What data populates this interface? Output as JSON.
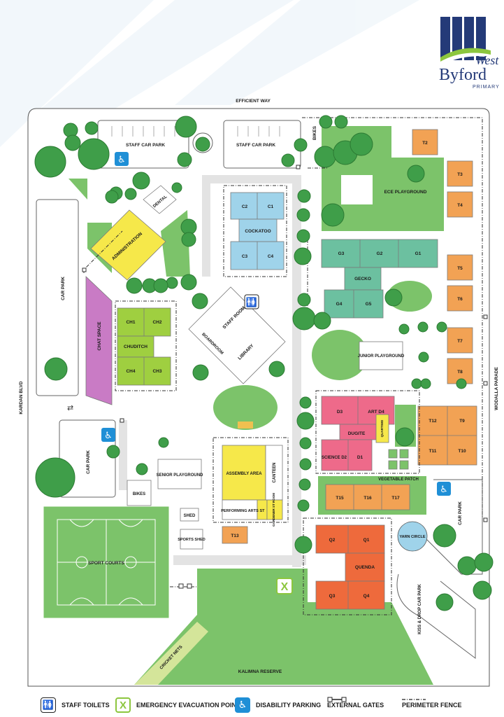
{
  "colors": {
    "grass": "#7cc36a",
    "grass_dark": "#5aa84a",
    "tree": "#3f9e49",
    "path": "#e6e6e6",
    "blue": "#9fd3ea",
    "teal": "#6cc0a0",
    "lime": "#9fcf40",
    "magenta": "#c97bc5",
    "orange": "#f2a254",
    "red_orange": "#ee6a3c",
    "pink": "#ee6a8a",
    "yellow": "#f6e84a",
    "brand_navy": "#243a78",
    "brand_green": "#8cc63e",
    "accessible_blue": "#1f8fd6"
  },
  "brand": {
    "name_top": "West",
    "name_bottom": "Byford",
    "sub": "PRIMARY"
  },
  "map": {
    "roads": {
      "efficient_way": "EFFICIENT WAY",
      "kardan_blvd": "KARDAN BLVD",
      "wodalla_parade": "WODALLA PARADE"
    },
    "areas": {
      "staff_car_park_1": "STAFF CAR PARK",
      "staff_car_park_2": "STAFF CAR PARK",
      "bikes_top": "BIKES",
      "car_park_west": "CAR PARK",
      "dental": "DENTAL",
      "administration": "ADMINISTRATION",
      "chat_space": "CHAT SPACE",
      "cockatoo": "COCKATOO",
      "staff_room": "STAFF ROOM",
      "boardroom": "BOARDROOM",
      "library": "LIBRARY",
      "ece_playground": "ECE PLAYGROUND",
      "gecko": "GECKO",
      "junior_playground": "JUNIOR PLAYGROUND",
      "chuditch": "CHUDITCH",
      "dugite": "DUGITE",
      "quartiwd": "QUARTIWD",
      "vegetable_patch": "VEGETABLE PATCH",
      "senior_playground": "SENIOR PLAYGROUND",
      "assembly_area": "ASSEMBLY AREA",
      "canteen": "CANTEEN",
      "performing_arts": "PERFORMING ARTS",
      "st": "ST",
      "gardener_st_room": "GARDENER ST ROOM",
      "shed": "SHED",
      "sports_shed": "SPORTS SHED",
      "bikes_bottom": "BIKES",
      "car_park_sw": "CAR PARK",
      "sport_courts": "SPORT COURTS",
      "quenda": "QUENDA",
      "yarn_circle": "YARN CIRCLE",
      "car_park_se": "CAR PARK",
      "kiss_drop": "KISS & DROP CAR PARK",
      "cricket_nets": "CRICKET NETS",
      "kalimna_reserve": "KALIMNA RESERVE"
    },
    "rooms": {
      "c1": "C1",
      "c2": "C2",
      "c3": "C3",
      "c4": "C4",
      "g1": "G1",
      "g2": "G2",
      "g3": "G3",
      "g4": "G4",
      "g5": "G5",
      "ch1": "CH1",
      "ch2": "CH2",
      "ch3": "CH3",
      "ch4": "CH4",
      "d1": "D1",
      "d3": "D3",
      "art_d4": "ART D4",
      "science_d2": "SCIENCE D2",
      "q1": "Q1",
      "q2": "Q2",
      "q3": "Q3",
      "q4": "Q4",
      "t2": "T2",
      "t3": "T3",
      "t4": "T4",
      "t5": "T5",
      "t6": "T6",
      "t7": "T7",
      "t8": "T8",
      "t9": "T9",
      "t10": "T10",
      "t11": "T11",
      "t12": "T12",
      "t13": "T13",
      "t15": "T15",
      "t16": "T16",
      "t17": "T17"
    }
  },
  "legend": {
    "staff_toilets": "STAFF TOILETS",
    "emergency_evacuation_point": "EMERGENCY EVACUATION POINT",
    "disability_parking": "DISABILITY PARKING",
    "external_gates": "EXTERNAL GATES",
    "perimeter_fence": "PERIMETER FENCE"
  },
  "icons": {
    "toilets": "staff-toilets-icon",
    "evacuation": "evacuation-point-icon",
    "disability": "disability-parking-icon",
    "gate": "external-gate-icon",
    "fence": "perimeter-fence-icon"
  }
}
